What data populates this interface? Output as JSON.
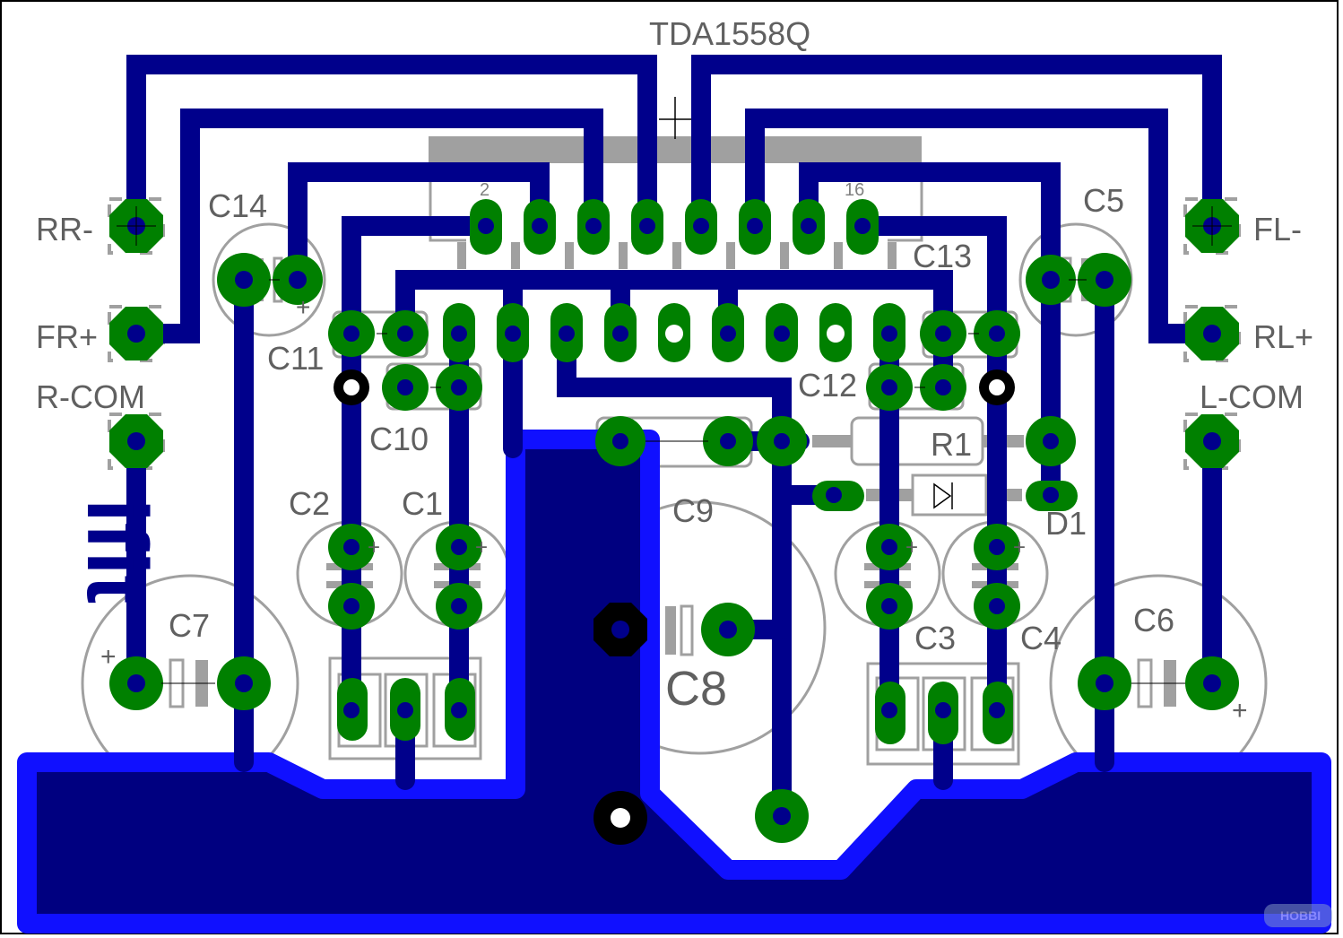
{
  "title": "TDA1558Q",
  "connectors": {
    "rr_minus": "RR-",
    "fr_plus": "FR+",
    "r_com": "R-COM",
    "fl_minus": "FL-",
    "rl_plus": "RL+",
    "l_com": "L-COM"
  },
  "parts": {
    "c1": "C1",
    "c2": "C2",
    "c3": "C3",
    "c4": "C4",
    "c5": "C5",
    "c6": "C6",
    "c7": "C7",
    "c8": "C8",
    "c9": "C9",
    "c10": "C10",
    "c11": "C11",
    "c12": "C12",
    "c13": "C13",
    "c14": "C14",
    "r1": "R1",
    "d1": "D1"
  },
  "ic_pin_labels": {
    "first": "2",
    "last": "16"
  },
  "logo_text": "ifit",
  "watermark_text": "HOBBI",
  "colors": {
    "trace": "#00008b",
    "ground_fill": "#000080",
    "ground_outline": "#1010ff",
    "pad": "#008000",
    "silkscreen": "#a0a0a0",
    "board_edge": "#000000",
    "hole": "#ffffff"
  }
}
